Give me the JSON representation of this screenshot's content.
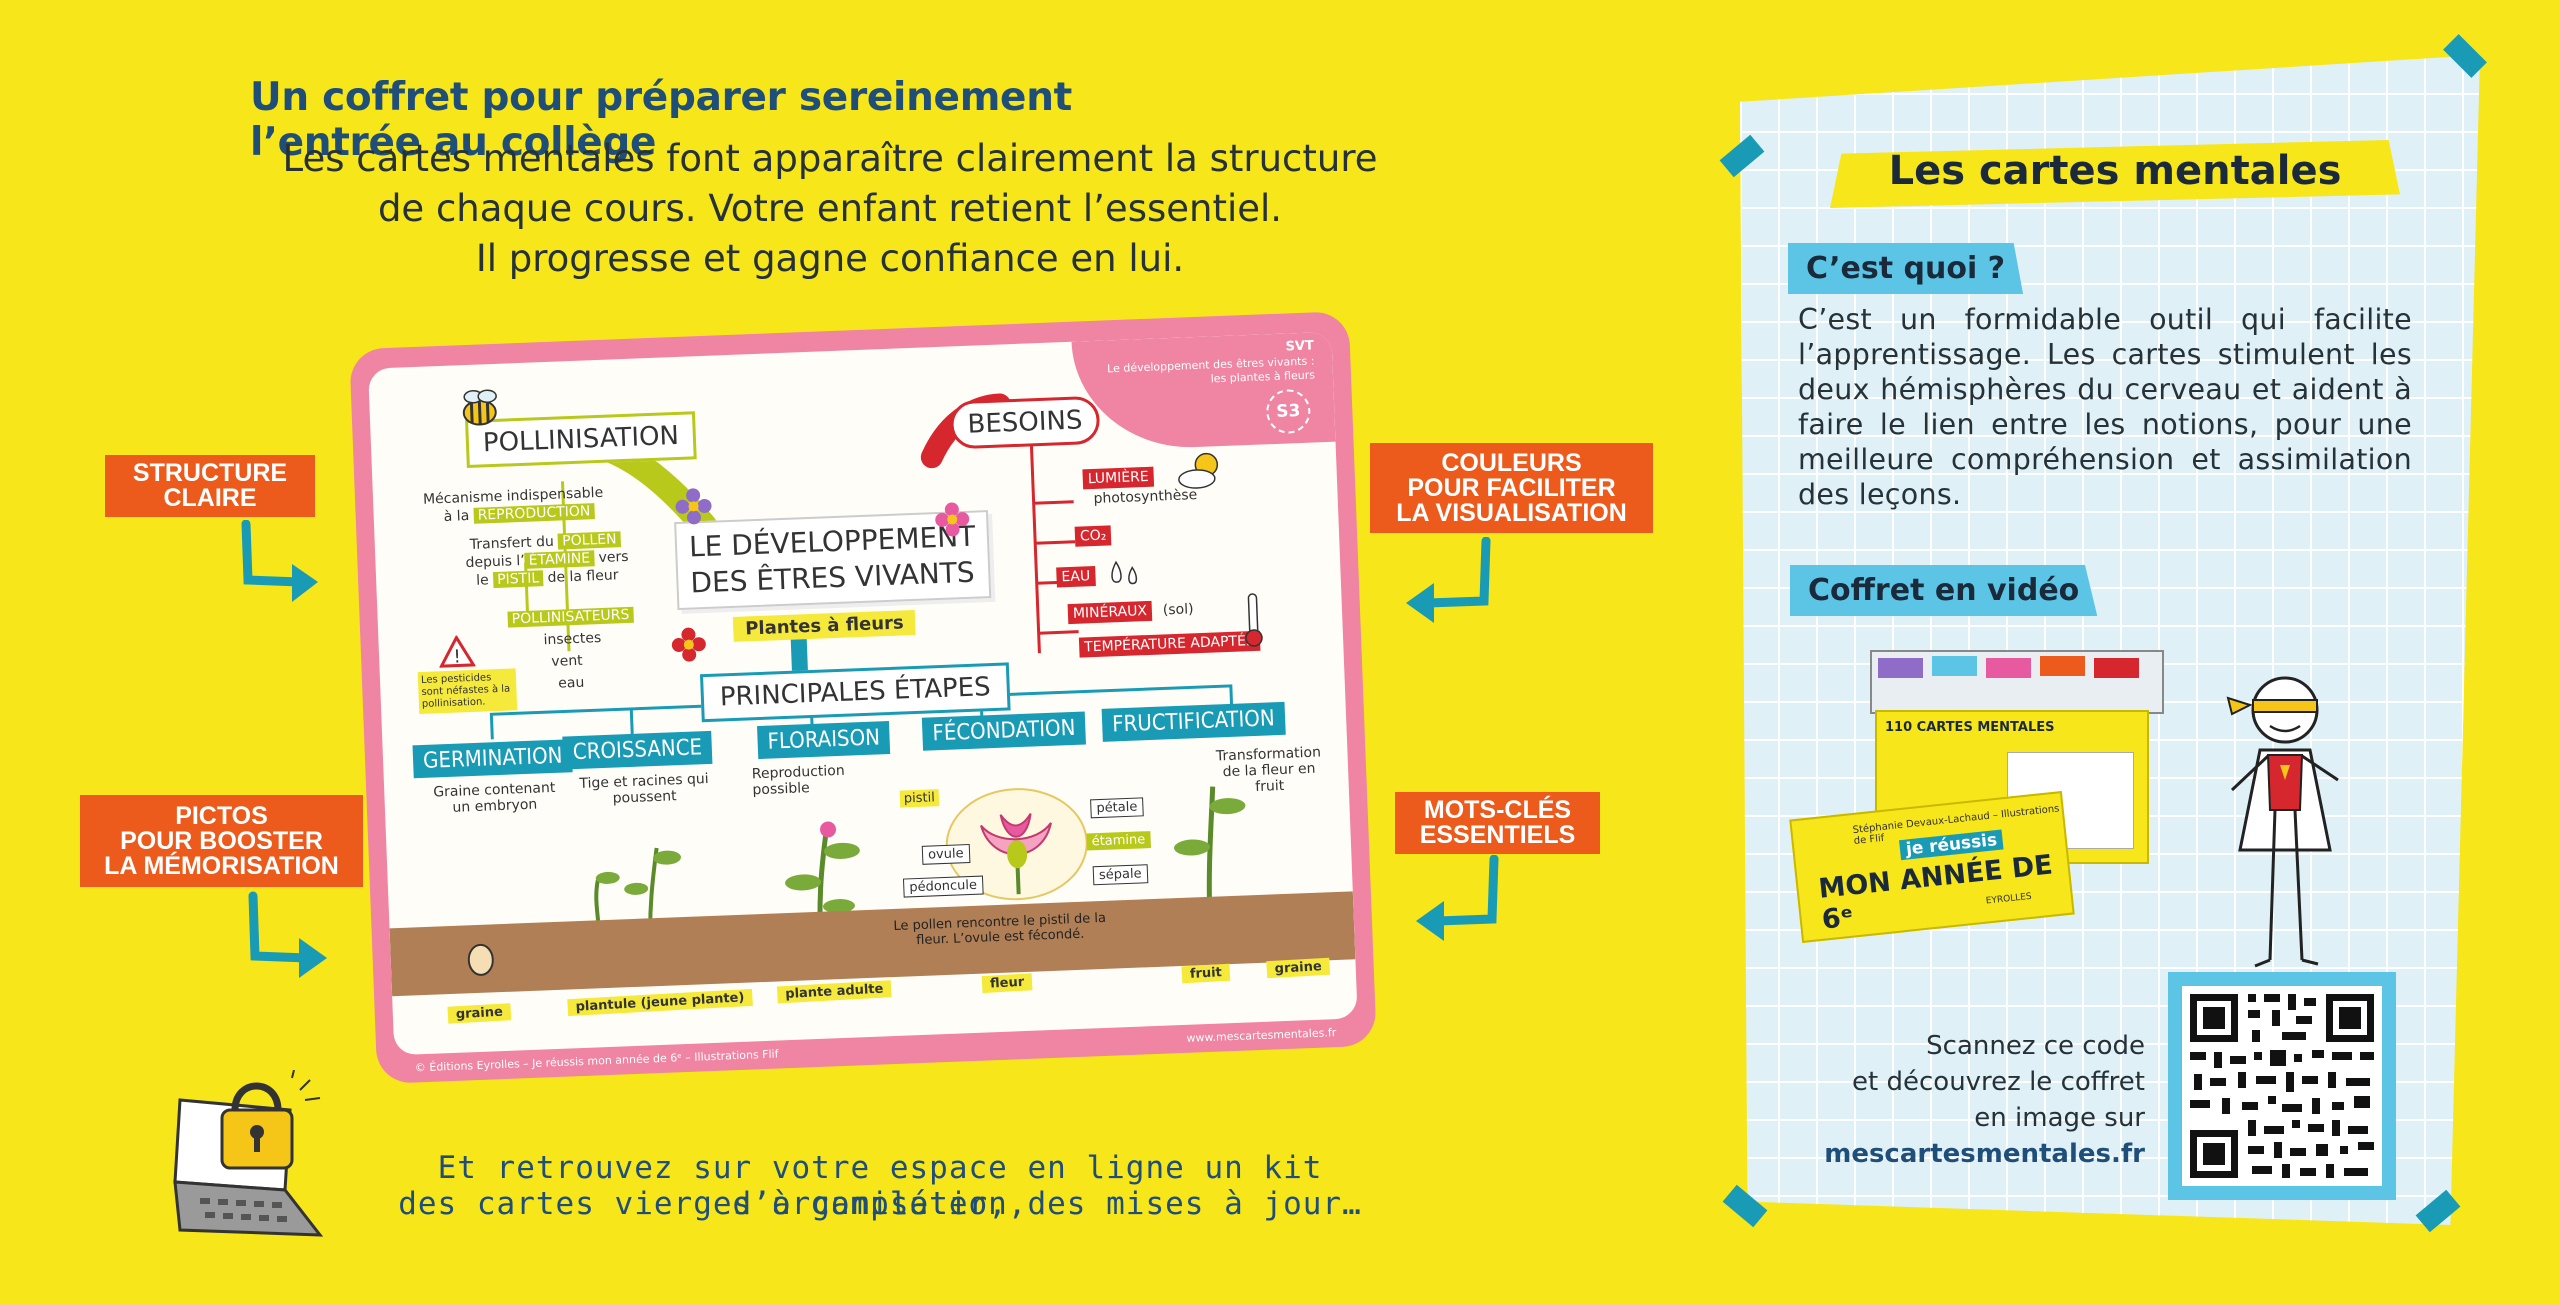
{
  "header": {
    "title": "Un coffret pour préparer sereinement l’entrée au collège",
    "lines": [
      "Les cartes mentales font apparaître clairement la structure",
      "de chaque cours. Votre enfant retient l’essentiel.",
      "Il progresse et gagne confiance en lui."
    ]
  },
  "tags": {
    "structure": [
      "STRUCTURE",
      "CLAIRE"
    ],
    "couleurs": [
      "COULEURS",
      "POUR FACILITER",
      "LA VISUALISATION"
    ],
    "pictos": [
      "PICTOS",
      "POUR BOOSTER",
      "LA MÉMORISATION"
    ],
    "motscles": [
      "MOTS-CLÉS",
      "ESSENTIELS"
    ]
  },
  "mindmap": {
    "subject": "SVT",
    "subtitle1": "Le développement des êtres vivants :",
    "subtitle2": "les plantes à fleurs",
    "badge": "S3",
    "title1": "LE DÉVELOPPEMENT",
    "title2": "DES ÊTRES VIVANTS",
    "plantes": "Plantes à fleurs",
    "pollinisation": "POLLINISATION",
    "besoins": "BESOINS",
    "poll_notes": {
      "n1a": "Mécanisme indispensable",
      "n1b": "à la",
      "n1c": "REPRODUCTION",
      "n2a": "Transfert du",
      "n2b": "POLLEN",
      "n2c": "depuis l’",
      "n2d": "ÉTAMINE",
      "n2e": "vers",
      "n2f": "le",
      "n2g": "PISTIL",
      "n2h": "de la fleur",
      "pollinisateurs": "POLLINISATEURS",
      "insectes": "insectes",
      "vent": "vent",
      "eau": "eau",
      "warn": "Les pesticides sont néfastes à la pollinisation."
    },
    "besoins_items": {
      "lumiere": "LUMIÈRE",
      "photosynthese": "photosynthèse",
      "co2": "CO₂",
      "eau": "EAU",
      "mineraux": "MINÉRAUX",
      "sol": "(sol)",
      "temp": "TEMPÉRATURE ADAPTÉE"
    },
    "etapes": "PRINCIPALES ÉTAPES",
    "stages": [
      "GERMINATION",
      "CROISSANCE",
      "FLORAISON",
      "FÉCONDATION",
      "FRUCTIFICATION"
    ],
    "stage_desc": {
      "germination": "Graine contenant un embryon",
      "croissance": "Tige et racines qui poussent",
      "floraison": "Reproduction possible",
      "fructification": "Transformation de la fleur en fruit"
    },
    "flower_parts": {
      "pistil": "pistil",
      "petale": "pétale",
      "ovule": "ovule",
      "etamine": "étamine",
      "pedoncule": "pédoncule",
      "sepale": "sépale"
    },
    "pollen_note": "Le pollen rencontre le pistil de la fleur. L’ovule est fécondé.",
    "ground_labels": [
      "graine",
      "plantule (jeune plante)",
      "plante adulte",
      "fleur",
      "fruit",
      "graine"
    ],
    "copyright": "© Éditions Eyrolles – Je réussis mon année de 6ᵉ – Illustrations Flif",
    "site": "www.mescartesmentales.fr"
  },
  "panel": {
    "title": "Les cartes mentales",
    "tab1": "C’est quoi ?",
    "body": "C’est un formidable outil qui facilite l’apprentissage. Les cartes stimulent les deux hémisphères du cerveau et aident à faire le lien entre les notions, pour une meilleure compréhension et assimilation des leçons.",
    "tab2": "Coffret en vidéo",
    "box": {
      "count": "110 CARTES MENTALES",
      "brand": "je réussis",
      "title": "MON ANNÉE DE 6ᵉ",
      "authors": "Stéphanie Devaux-Lachaud – Illustrations de Flif",
      "publisher": "EYROLLES"
    },
    "scan_lines": [
      "Scannez ce code",
      "et découvrez le coffret",
      "en image sur"
    ],
    "scan_url": "mescartesmentales.fr"
  },
  "bottom": {
    "line1": "Et retrouvez sur votre espace en ligne un kit d’organisation,",
    "line2": "des cartes vierges à compléter, des mises à jour…"
  },
  "colors": {
    "background": "#f7e619",
    "navy": "#1f4e79",
    "orange": "#ec5b1c",
    "teal": "#1a9bb5",
    "pink": "#ef84a3",
    "light_blue": "#5cc5e6"
  }
}
